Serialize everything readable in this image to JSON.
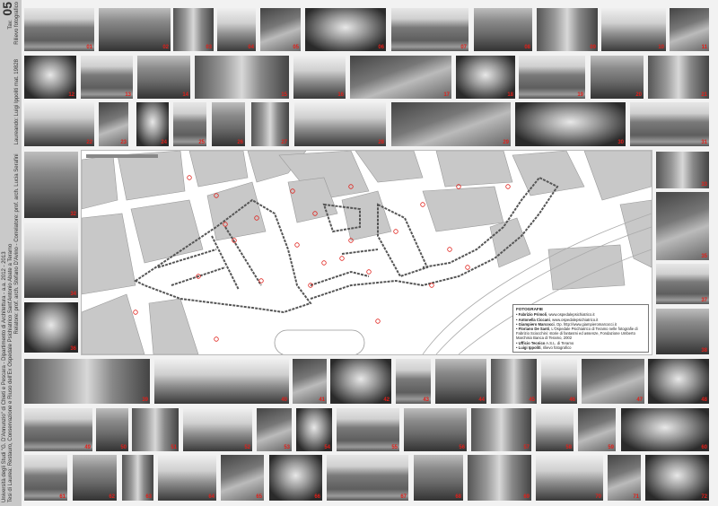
{
  "sidebar": {
    "line1_left": "Università degli Studi \"G. D'Annunzio\" di Chieti e Pescara - Dipartimento di Architettura - a.a. 2012 - 2013",
    "line2_left": "Tesi di Laurea: Restauro, Conservazione e Riuso dell'Ex Ospedale Psichiatrico Sant'Antonio Abate a Teramo",
    "line1_right": "Relatore: prof. arch. Stefano D'Avino - Correlatore: prof. arch. Lucia Serafini",
    "line2_right": "Laureando: Luigi Ippoliti mat. 19828",
    "tav_label": "Tav.",
    "tav_number": "05",
    "tav_title": "Rilievo fotografico"
  },
  "photos": [
    "01",
    "02",
    "03",
    "04",
    "05",
    "06",
    "07",
    "08",
    "09",
    "10",
    "11",
    "12",
    "13",
    "14",
    "15",
    "16",
    "17",
    "18",
    "19",
    "20",
    "21",
    "22",
    "23",
    "24",
    "25",
    "26",
    "27",
    "28",
    "29",
    "30",
    "31",
    "32",
    "33",
    "34",
    "35",
    "36",
    "37",
    "38",
    "39",
    "40",
    "41",
    "42",
    "43",
    "44",
    "45",
    "46",
    "47",
    "48",
    "49",
    "50",
    "51",
    "52",
    "53",
    "54",
    "55",
    "56",
    "57",
    "58",
    "59",
    "60",
    "61",
    "62",
    "63",
    "64",
    "65",
    "66",
    "67",
    "68",
    "69",
    "70",
    "71",
    "72"
  ],
  "legend": {
    "title": "FOTOGRAFIE",
    "items": [
      {
        "name": "Fabrizio Primoli",
        "text": ", www.ospedalepsichiatrico.it"
      },
      {
        "name": "Antonella Ciccani",
        "text": ", www.ospedalepsichiatrico.it"
      },
      {
        "name": "Giampiero Marcocci",
        "text": ", Op. http://www.giampieromarcocci.it"
      },
      {
        "name": "Floriano De Santi",
        "text": ", L'Ospedale Psichiatrico di Teramo nelle fotografie di Fabrizio Sciocchini: storie di fantasmi ed assenze, Fondazione Umberto Marchisio Banca di Teramo, 2002"
      },
      {
        "name": "Ufficio Tecnico",
        "text": " A.S.L. di Teramo"
      },
      {
        "name": "Luigi Ippoliti",
        "text": ", rilievo fotografico"
      }
    ]
  },
  "colors": {
    "marker": "#e0201a",
    "block": "#c8c8c8",
    "strip": "#c9c9c9"
  }
}
